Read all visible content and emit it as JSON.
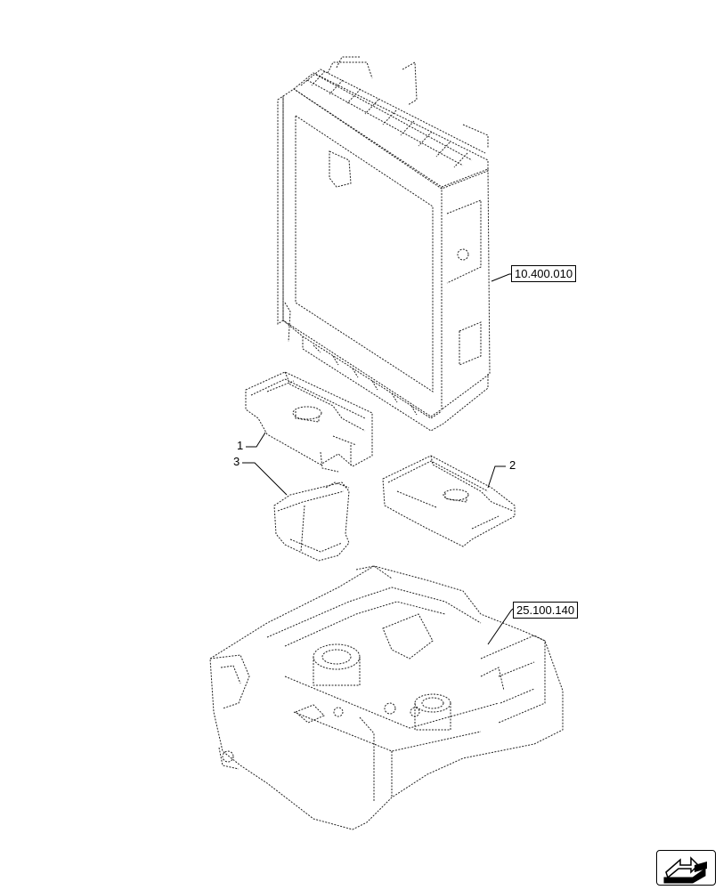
{
  "references": {
    "radiator_ref": "10.400.010",
    "frame_ref": "25.100.140"
  },
  "callouts": {
    "item1": "1",
    "item2": "2",
    "item3": "3"
  },
  "icons": {
    "nav_arrow": "next-page-arrow-icon"
  },
  "colors": {
    "line": "#000000",
    "background": "#ffffff"
  }
}
